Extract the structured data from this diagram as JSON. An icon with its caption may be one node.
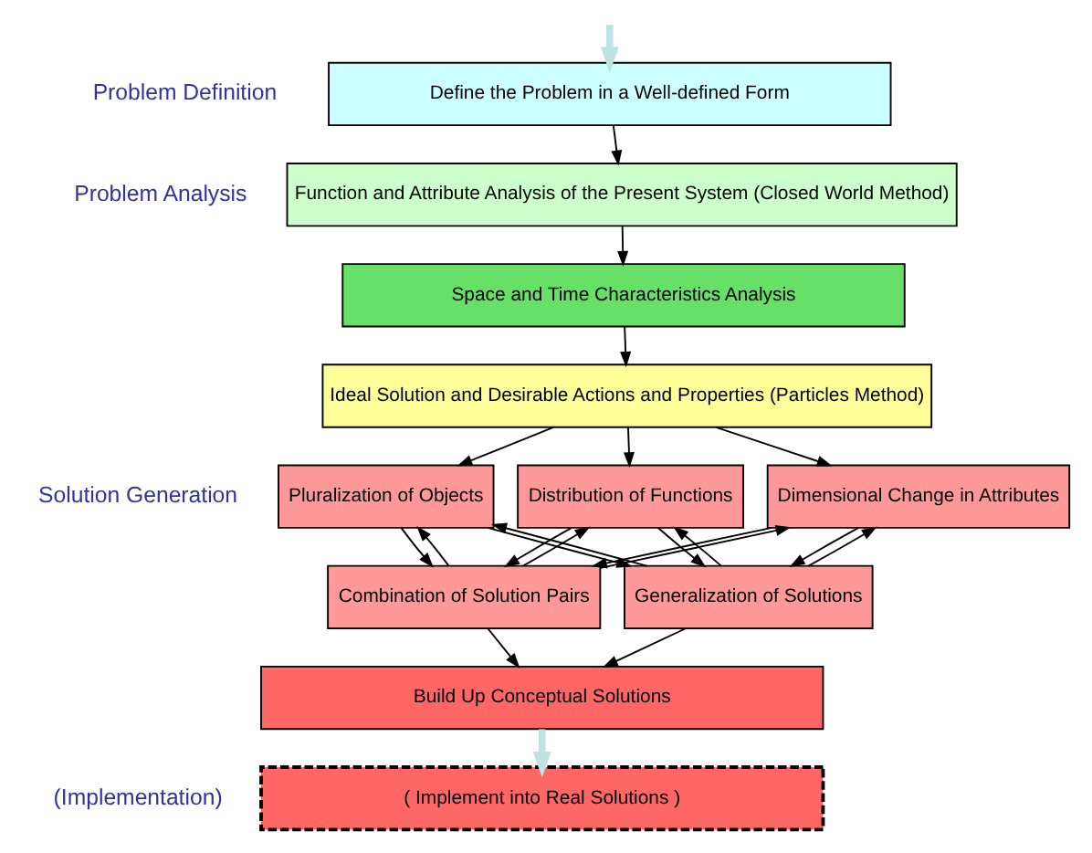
{
  "diagram": {
    "nodes": [
      {
        "text": [
          "Define the Problem in a Well-defined Form"
        ]
      },
      {
        "text": [
          "Function and Attribute Analysis of the Present System (Closed World Method)"
        ]
      },
      {
        "text": [
          "Space and Time Characteristics Analysis"
        ]
      },
      {
        "text": [
          "Ideal Solution and Desirable Actions and Properties (Particles Method)"
        ]
      },
      {
        "text": [
          "Pluralization of Objects"
        ]
      },
      {
        "text": [
          "Dimensional Change in Attributes"
        ]
      },
      {
        "text": [
          "Distribution of Functions"
        ]
      },
      {
        "text": [
          "Combination of Solution Pairs"
        ]
      },
      {
        "text": [
          "Generalization of Solutions"
        ]
      },
      {
        "text": [
          "Build Up Conceptual Solutions"
        ]
      },
      {
        "text": [
          "( Implement into Real Solutions )"
        ]
      }
    ],
    "edges": [
      {
        "from": null,
        "to": 0,
        "arrow": "to",
        "style": "thick",
        "color": "#bfe3e3"
      },
      {
        "from": 0,
        "to": 1,
        "arrow": "to"
      },
      {
        "from": 1,
        "to": 2,
        "arrow": "to"
      },
      {
        "from": 2,
        "to": 3,
        "arrow": "to"
      },
      {
        "from": 3,
        "to": 4,
        "arrow": "to"
      },
      {
        "from": 3,
        "to": 5,
        "arrow": "to"
      },
      {
        "from": 3,
        "to": 6,
        "arrow": "to"
      },
      {
        "from": 4,
        "to": 7,
        "arrow": "to"
      },
      {
        "from": 4,
        "to": 8,
        "arrow": "to"
      },
      {
        "from": 5,
        "to": 7,
        "arrow": "to"
      },
      {
        "from": 5,
        "to": 8,
        "arrow": "to"
      },
      {
        "from": 6,
        "to": 7,
        "arrow": "to"
      },
      {
        "from": 6,
        "to": 8,
        "arrow": "to"
      },
      {
        "from": 7,
        "to": 9,
        "arrow": "to"
      },
      {
        "from": 8,
        "to": 9,
        "arrow": "to"
      },
      {
        "from": 7,
        "to": 4,
        "arrow": "to"
      },
      {
        "from": 7,
        "to": 5,
        "arrow": "to"
      },
      {
        "from": 7,
        "to": 6,
        "arrow": "to"
      },
      {
        "from": 8,
        "to": 4,
        "arrow": "to"
      },
      {
        "from": 8,
        "to": 5,
        "arrow": "to"
      },
      {
        "from": 8,
        "to": 6,
        "arrow": "to"
      },
      {
        "from": 9,
        "to": 10,
        "arrow": "to",
        "style": "thick",
        "color": "#bfe3e3"
      }
    ],
    "labels": [
      "Problem Definition",
      "Problem Analysis",
      "Solution Generation",
      "(Implementation)"
    ]
  }
}
